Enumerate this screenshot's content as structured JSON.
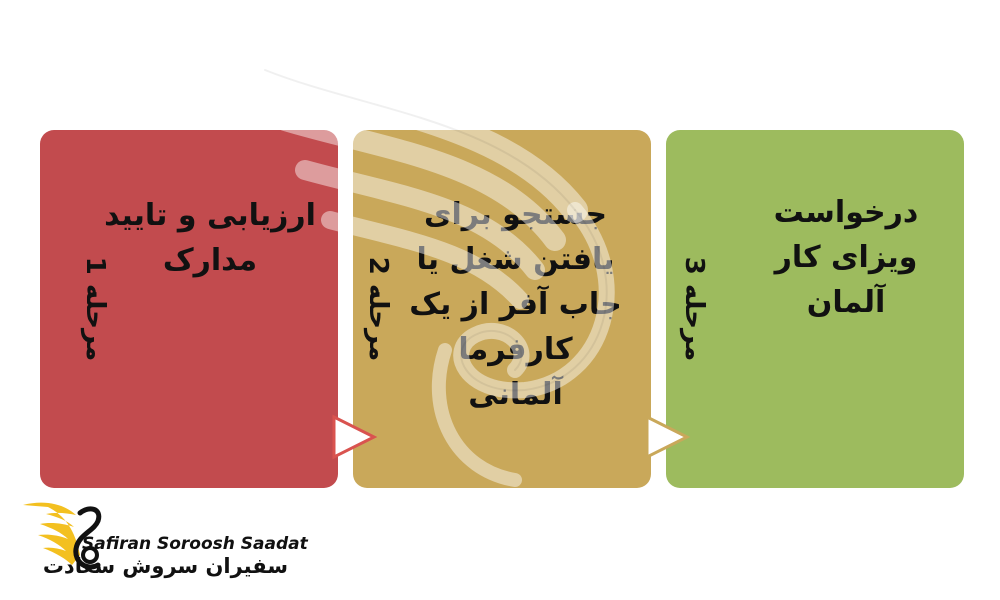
{
  "steps": [
    {
      "label": "مرحله 1",
      "text": "ارزیابی و تایید مدارک",
      "color": "#c24b4e"
    },
    {
      "label": "مرحله 2",
      "text": "جستجو برای یافتن شغل یا جاب آفر از یک کارفرما آلمانی",
      "color": "#c9a85a"
    },
    {
      "label": "مرحله 3",
      "text": "درخواست ویزای کار آلمان",
      "color": "#9dbb5e"
    }
  ],
  "arrows": {
    "color_fill": "#ffffff",
    "color_stroke": "#c24b4e",
    "icon": "triangle-right"
  },
  "logo": {
    "name_en": "Safiran Soroosh Saadat",
    "name_fa": "سفیران سروش سعادت",
    "wing_color": "#f3c020",
    "icon": "wing-swan-logo"
  }
}
